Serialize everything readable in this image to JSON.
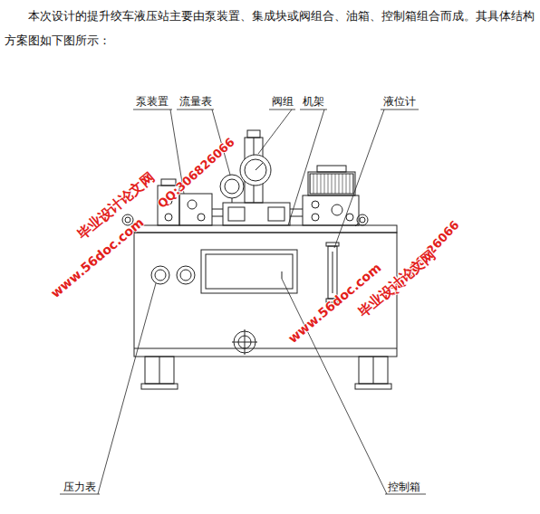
{
  "diagram": {
    "labels": [
      "本次设计的提升绞车液压站主要由泵装置、集成块或阀组合、油箱、控制箱组合而成。其具体结构方案图如下图所示：",
      "泵装置",
      "流量表",
      "阀组",
      "机架",
      "液位计",
      "压力表",
      "控制箱",
      "毕业设计论文网",
      "www.56doc.com",
      "QQ:306826066",
      "www.56doc.com",
      "QQ:306826066",
      "毕业设计论文网"
    ]
  }
}
